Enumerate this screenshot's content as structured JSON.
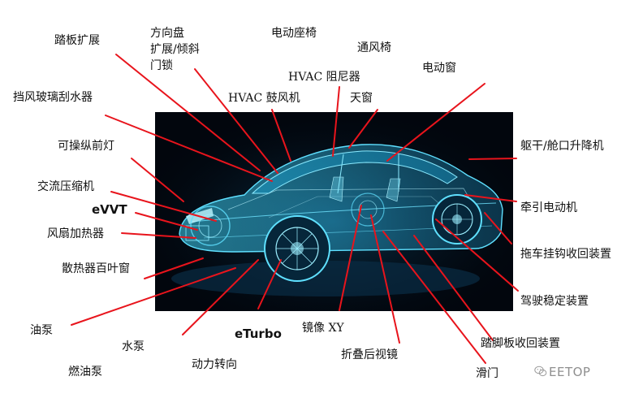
{
  "labels": {
    "pedal_extend": "踏板扩展",
    "steering_1": "方向盘",
    "steering_2": "扩展/倾斜",
    "steering_3": "门锁",
    "power_seat": "电动座椅",
    "vent_seat": "通风椅",
    "power_window": "电动窗",
    "hvac_damper": "HVAC 阻尼器",
    "hvac_blower": "HVAC 鼓风机",
    "sunroof": "天窗",
    "wiper": "挡风玻璃刮水器",
    "trunk": "躯干/舱口升降机",
    "headlamp": "可操纵前灯",
    "ac_compressor": "交流压缩机",
    "traction_motor": "牵引电动机",
    "evvt": "eVVT",
    "fan_heater": "风扇加热器",
    "tow_hitch": "拖车挂钩收回装置",
    "radiator_shutter": "散热器百叶窗",
    "stability": "驾驶稳定装置",
    "oil_pump": "油泵",
    "water_pump": "水泵",
    "fuel_pump": "燃油泵",
    "power_steering": "动力转向",
    "eturbo": "eTurbo",
    "mirror_xy": "镜像 XY",
    "fold_mirror": "折叠后视镜",
    "running_board": "踏脚板收回装置",
    "sliding_door": "滑门"
  },
  "watermark": "EETOP",
  "colors": {
    "leader": "#e8141c",
    "photo_bg": "#02060d",
    "car": "#2fc6f0"
  },
  "icons": {
    "watermark": "wechat-icon"
  }
}
